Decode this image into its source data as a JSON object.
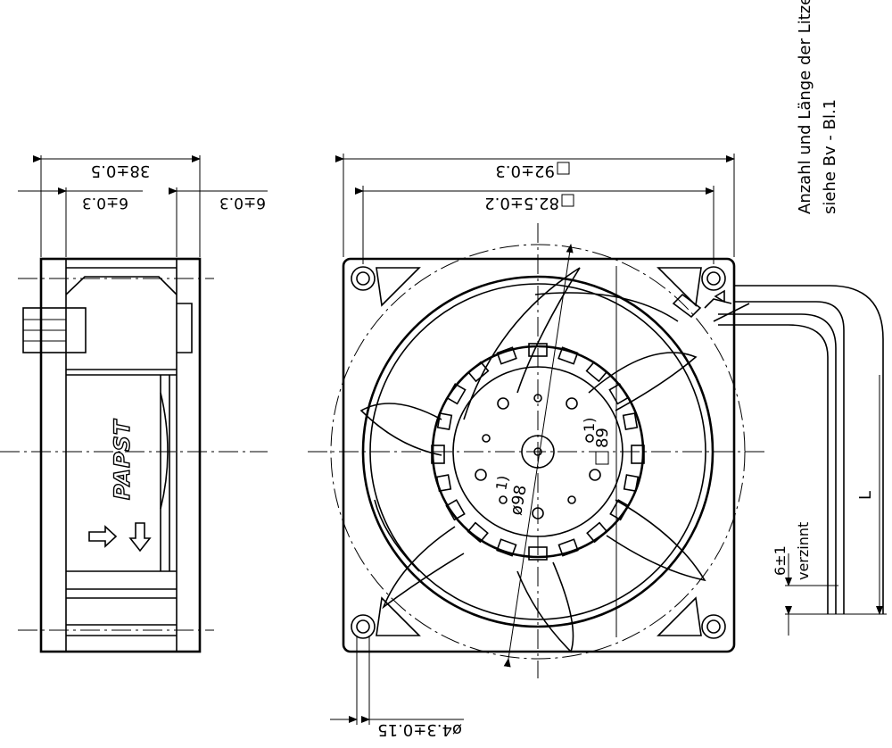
{
  "side_view": {
    "width_dim": "38±0.5",
    "flange_left_dim": "6±0.3",
    "flange_right_dim": "6±0.3",
    "brand_logo": "PAPST"
  },
  "front_view": {
    "outer_dim": "92±0.3",
    "hole_pitch_dim": "82.5±0.2",
    "hub_dim": "89",
    "hub_note": "1)",
    "rotor_dim": "ø98",
    "rotor_note": "1)",
    "hole_dim": "ø4.3±0.15"
  },
  "leads": {
    "length_label": "L",
    "strip_dim": "6±1",
    "strip_note": "verzinnt",
    "note_line1": "Anzahl und Länge der Litzen",
    "note_line2": "siehe Bv - Bl.1"
  }
}
